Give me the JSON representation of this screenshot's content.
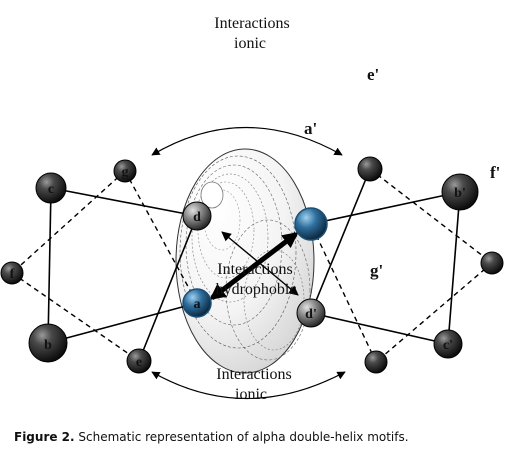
{
  "labels": {
    "top_line1": "Interactions",
    "top_line2": "ionic",
    "middle_line1": "Interactions",
    "middle_line2": "hydrophobic",
    "bottom_line1": "Interactions",
    "bottom_line2": "ionic"
  },
  "positions": {
    "left": {
      "a": "a",
      "b": "b",
      "c": "c",
      "d": "d",
      "e": "e",
      "f": "f",
      "g": "g"
    },
    "right": {
      "a": "a'",
      "b": "b'",
      "c": "c'",
      "d": "d'",
      "e": "e'",
      "f": "f'",
      "g": "g'"
    }
  },
  "caption": {
    "label": "Figure 2.",
    "text": " Schematic representation of alpha double-helix motifs."
  },
  "colors": {
    "sphere_dark": "#1a1a1a",
    "sphere_blue": "#2a6b9a",
    "line": "#000000"
  }
}
